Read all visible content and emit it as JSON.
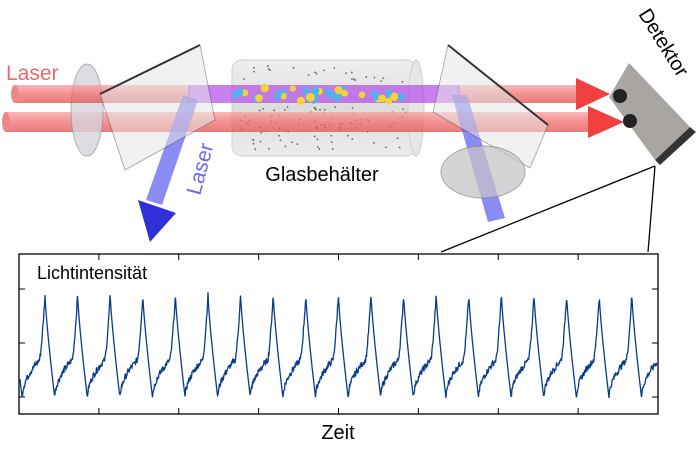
{
  "labels": {
    "laser_red": "Laser",
    "laser_blue": "Laser",
    "container": "Glasbehälter",
    "detector": "Detektor"
  },
  "colors": {
    "red_beam": "#f26b6b",
    "blue_beam": "#6464f0",
    "purple_beam": "#b04ce8",
    "trace": "#0a3a8a"
  },
  "chart_data": {
    "type": "line",
    "title": "",
    "ylabel": "Lichtintensität",
    "xlabel": "Zeit",
    "periods": 19.6,
    "shape": "periodic sawtooth: slow noisy rise, sharp peak, fast decay",
    "ylim": [
      0,
      1
    ],
    "peak_value": 0.95,
    "trough_value": 0.0,
    "plateau_value": 0.35,
    "grid": false
  }
}
